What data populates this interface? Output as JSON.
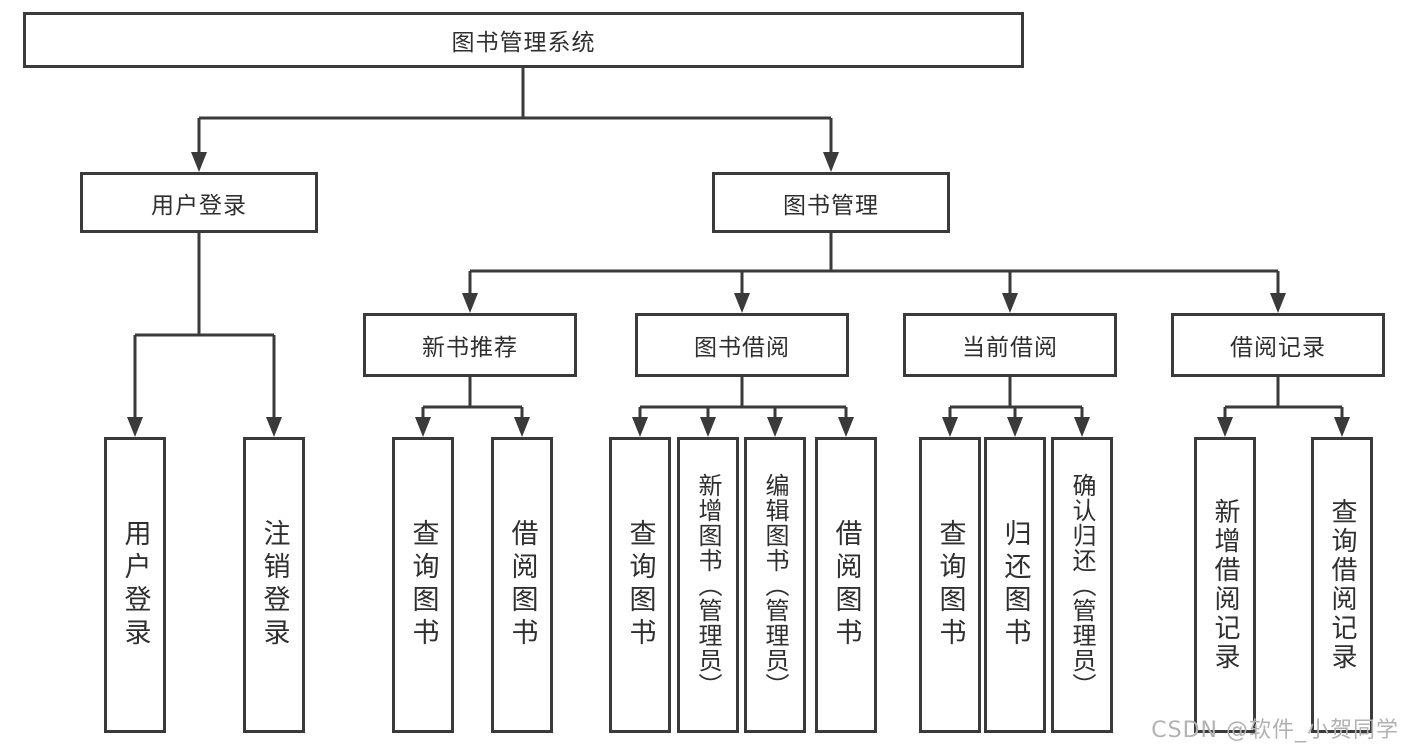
{
  "diagram": {
    "root": "图书管理系统",
    "level2": [
      "用户登录",
      "图书管理"
    ],
    "level3": [
      "新书推荐",
      "图书借阅",
      "当前借阅",
      "借阅记录"
    ],
    "leaves": {
      "user_login": [
        "用户登录",
        "注销登录"
      ],
      "new_book": [
        "查询图书",
        "借阅图书"
      ],
      "book_borrow": [
        "查询图书",
        "新增图书（管理员）",
        "编辑图书（管理员）",
        "借阅图书"
      ],
      "current_borrow": [
        "查询图书",
        "归还图书",
        "确认归还（管理员）"
      ],
      "borrow_record": [
        "新增借阅记录",
        "查询借阅记录"
      ]
    },
    "watermark": "CSDN @软件_小贺同学",
    "colors": {
      "line": "#3a3a3a",
      "text": "#2f2f2f",
      "watermark": "#b2b2b2",
      "background": "#ffffff"
    }
  }
}
